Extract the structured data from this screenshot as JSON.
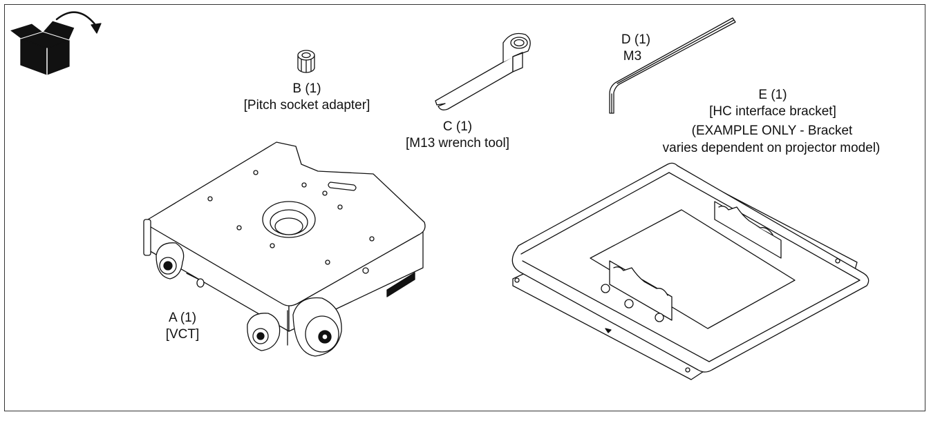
{
  "parts": {
    "a": {
      "id": "A (1)",
      "name": "[VCT]"
    },
    "b": {
      "id": "B (1)",
      "name": "[Pitch socket adapter]"
    },
    "c": {
      "id": "C (1)",
      "name": "[M13 wrench tool]"
    },
    "d": {
      "id": "D (1)",
      "name": "M3"
    },
    "e": {
      "id": "E (1)",
      "name": "[HC interface bracket]",
      "note1": "(EXAMPLE ONLY - Bracket",
      "note2": "varies dependent on projector model)"
    }
  },
  "icons": {
    "unpack": "open-box-with-arrow-icon"
  },
  "colors": {
    "line": "#111111",
    "fill": "#ffffff"
  }
}
